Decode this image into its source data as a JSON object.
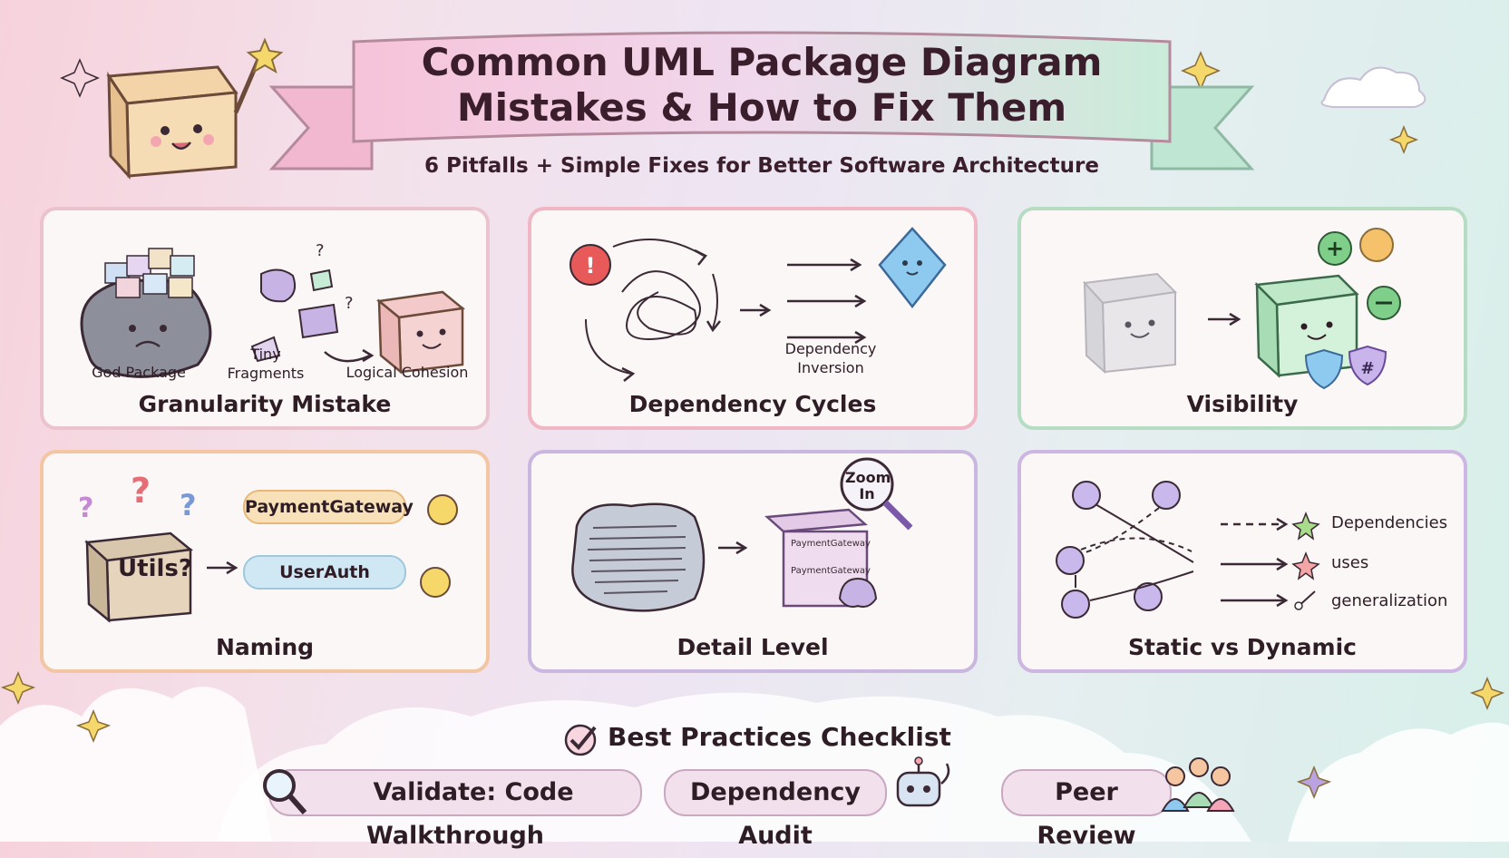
{
  "header": {
    "title_line1": "Common UML Package Diagram",
    "title_line2": "Mistakes & How to Fix Them",
    "subtitle": "6 Pitfalls + Simple Fixes for Better Software Architecture"
  },
  "panels": [
    {
      "label": "Granularity Mistake",
      "captions": [
        "God Package",
        "Tiny\nFragments",
        "Logical Cohesion"
      ]
    },
    {
      "label": "Dependency Cycles",
      "captions": [
        "Dependency\nInversion"
      ]
    },
    {
      "label": "Visibility"
    },
    {
      "label": "Naming",
      "box_label": "Utils?",
      "pills": [
        "PaymentGateway",
        "UserAuth"
      ]
    },
    {
      "label": "Detail Level",
      "magnifier": "Zoom\nIn",
      "doc_lines": [
        "PaymentGateway",
        "PaymentGateway"
      ]
    },
    {
      "label": "Static vs Dynamic",
      "legend": [
        "Dependencies",
        "uses",
        "generalization"
      ]
    }
  ],
  "checklist": {
    "title": "Best Practices Checklist",
    "items": [
      "Validate: Code Walkthrough",
      "Dependency Audit",
      "Peer Review"
    ]
  },
  "colors": {
    "panel1_border": "#ebc3cf",
    "panel2_border": "#f0b6c4",
    "panel3_border": "#b7dcc4",
    "panel4_border": "#f2c6a2",
    "panel5_border": "#c9b7e0",
    "panel6_border": "#cdb6e2",
    "ink": "#2f1d26"
  }
}
